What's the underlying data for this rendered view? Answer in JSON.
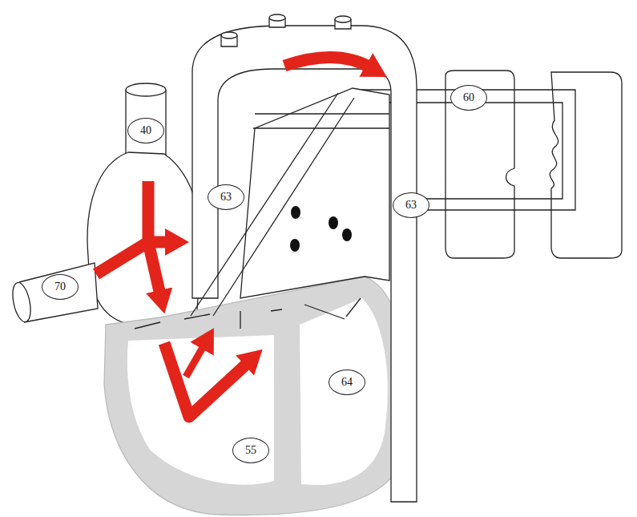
{
  "diagram": {
    "nodes": [
      {
        "text": [
          "60"
        ]
      },
      {
        "text": [
          "40"
        ]
      },
      {
        "text": [
          "63"
        ]
      },
      {
        "text": [
          "63"
        ]
      },
      {
        "text": [
          "70"
        ]
      },
      {
        "text": [
          "64"
        ]
      },
      {
        "text": [
          "55"
        ]
      }
    ]
  }
}
